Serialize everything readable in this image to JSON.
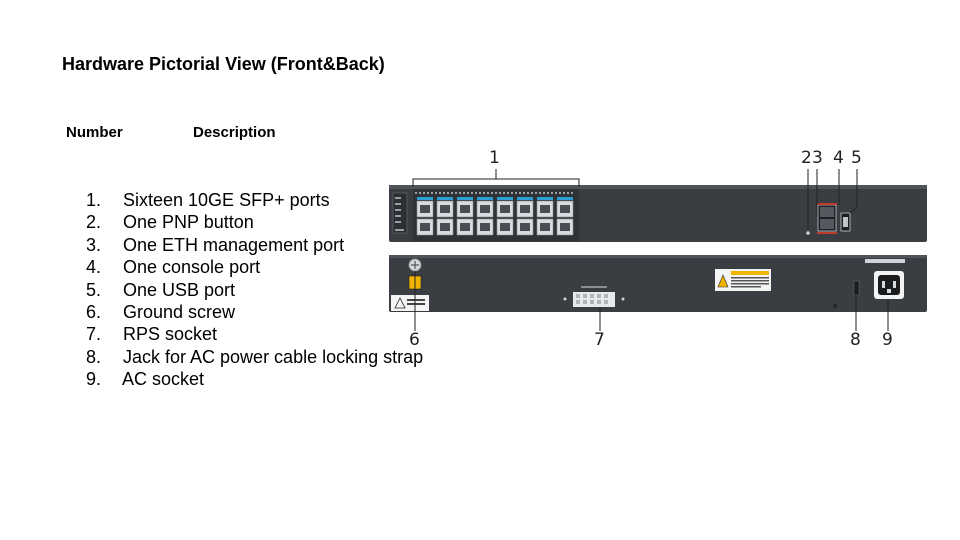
{
  "title": "Hardware Pictorial View (Front&Back)",
  "table_headers": {
    "number": "Number",
    "description": "Description"
  },
  "items": [
    {
      "num": "1.",
      "text": "Sixteen 10GE SFP+ ports"
    },
    {
      "num": "2.",
      "text": "One PNP button"
    },
    {
      "num": "3.",
      "text": "One ETH management port"
    },
    {
      "num": "4.",
      "text": "One console port"
    },
    {
      "num": "5.",
      "text": "One USB port"
    },
    {
      "num": "6.",
      "text": "Ground screw"
    },
    {
      "num": "7.",
      "text": "RPS socket"
    },
    {
      "num": "8.",
      "text": "Jack for AC power cable locking strap"
    },
    {
      "num": "9.",
      "text": "AC socket"
    }
  ],
  "front_callouts": [
    "1",
    "2",
    "3",
    "4",
    "5"
  ],
  "back_callouts": [
    "6",
    "7",
    "8",
    "9"
  ],
  "colors": {
    "chassis": "#3a3d42",
    "port_accent": "#2a9fd6",
    "warning": "#f0b400"
  }
}
